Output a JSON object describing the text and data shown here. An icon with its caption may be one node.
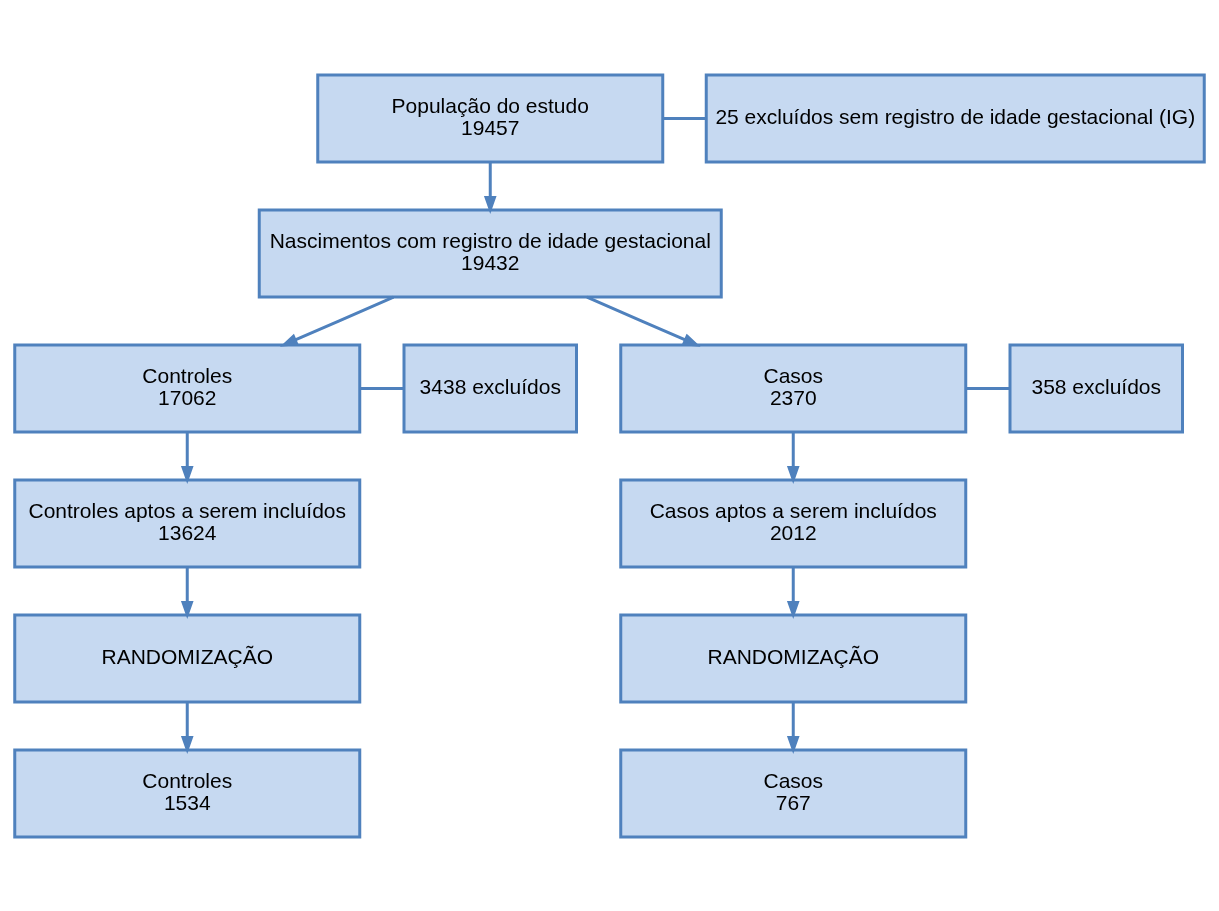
{
  "diagram": {
    "nodes": [
      {
        "text": [
          "População do estudo",
          "19457"
        ]
      },
      {
        "text": [
          "25 excluídos sem registro de idade gestacional (IG)"
        ]
      },
      {
        "text": [
          "Nascimentos com registro de idade gestacional",
          "19432"
        ]
      },
      {
        "text": [
          "Controles",
          "17062"
        ]
      },
      {
        "text": [
          "Casos",
          "2370"
        ]
      },
      {
        "text": [
          "3438 excluídos"
        ]
      },
      {
        "text": [
          "358 excluídos"
        ]
      },
      {
        "text": [
          "Controles aptos a serem incluídos",
          "13624"
        ]
      },
      {
        "text": [
          "Casos aptos a serem incluídos",
          "2012"
        ]
      },
      {
        "text": [
          "RANDOMIZAÇÃO"
        ]
      },
      {
        "text": [
          "RANDOMIZAÇÃO"
        ]
      },
      {
        "text": [
          "Controles",
          "1534"
        ]
      },
      {
        "text": [
          "Casos",
          "767"
        ]
      }
    ],
    "edges": [
      {
        "from": 0,
        "to": 2,
        "arrow": "to"
      },
      {
        "from": 0,
        "to": 1,
        "arrow": "none"
      },
      {
        "from": 2,
        "to": 3,
        "arrow": "to"
      },
      {
        "from": 2,
        "to": 4,
        "arrow": "to"
      },
      {
        "from": 3,
        "to": 7,
        "arrow": "to"
      },
      {
        "from": 3,
        "to": 5,
        "arrow": "none"
      },
      {
        "from": 4,
        "to": 8,
        "arrow": "to"
      },
      {
        "from": 4,
        "to": 6,
        "arrow": "none"
      },
      {
        "from": 7,
        "to": 9,
        "arrow": "to"
      },
      {
        "from": 9,
        "to": 11,
        "arrow": "to"
      },
      {
        "from": 8,
        "to": 10,
        "arrow": "to"
      },
      {
        "from": 10,
        "to": 12,
        "arrow": "to"
      }
    ]
  }
}
